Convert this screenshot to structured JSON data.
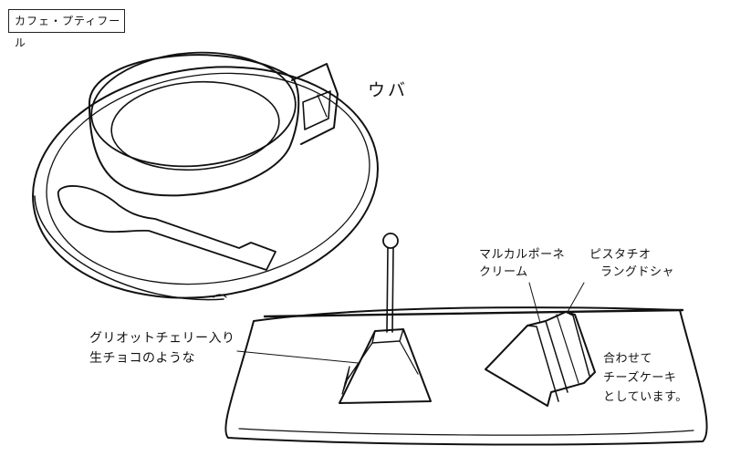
{
  "header": {
    "title": "カフェ・プティフール"
  },
  "tea": {
    "label": "ウバ"
  },
  "desserts": {
    "cherry_chocolate": {
      "lines": [
        "グリオットチェリー入り",
        "生チョコのような"
      ]
    },
    "sandwich_cookie": {
      "filling_label": [
        "マルカルポーネ",
        "クリーム"
      ],
      "cookie_label": [
        "ピスタチオ",
        "ラングドシャ"
      ],
      "note": [
        "合わせて",
        "チーズケーキ",
        "としています。"
      ]
    }
  },
  "colors": {
    "ink": "#111111",
    "paper": "#ffffff"
  }
}
